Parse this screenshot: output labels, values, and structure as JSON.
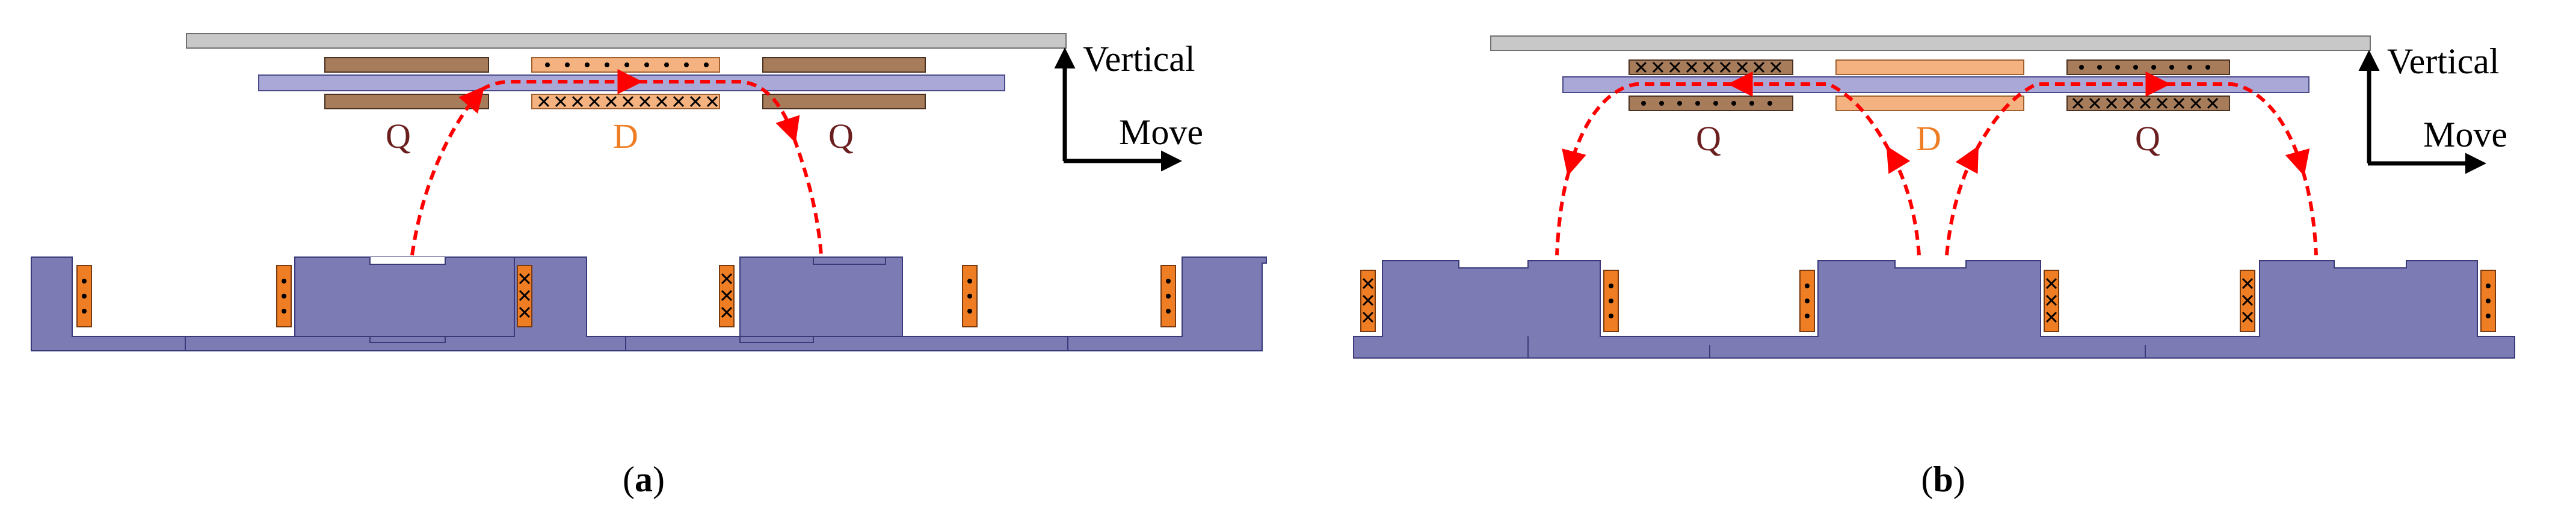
{
  "panels": [
    {
      "caption_prefix": "(",
      "caption_letter": "a",
      "caption_suffix": ")",
      "labels": [
        "Q",
        "D",
        "Q"
      ],
      "axis_vertical": "Vertical",
      "axis_move": "Move"
    },
    {
      "caption_prefix": "(",
      "caption_letter": "b",
      "caption_suffix": ")",
      "labels": [
        "Q",
        "D",
        "Q"
      ],
      "axis_vertical": "Vertical",
      "axis_move": "Move"
    }
  ],
  "colors": {
    "rail": "#c8c8c8",
    "mover": "#a9a8d6",
    "stator": "#7c7bb4",
    "coil_brown": "#a67c5b",
    "coil_orange": "#f3b27f",
    "winding": "#ee7d24",
    "flux": "#ff0000",
    "label_q": "#6b1e1e",
    "label_d": "#ee7d24"
  }
}
